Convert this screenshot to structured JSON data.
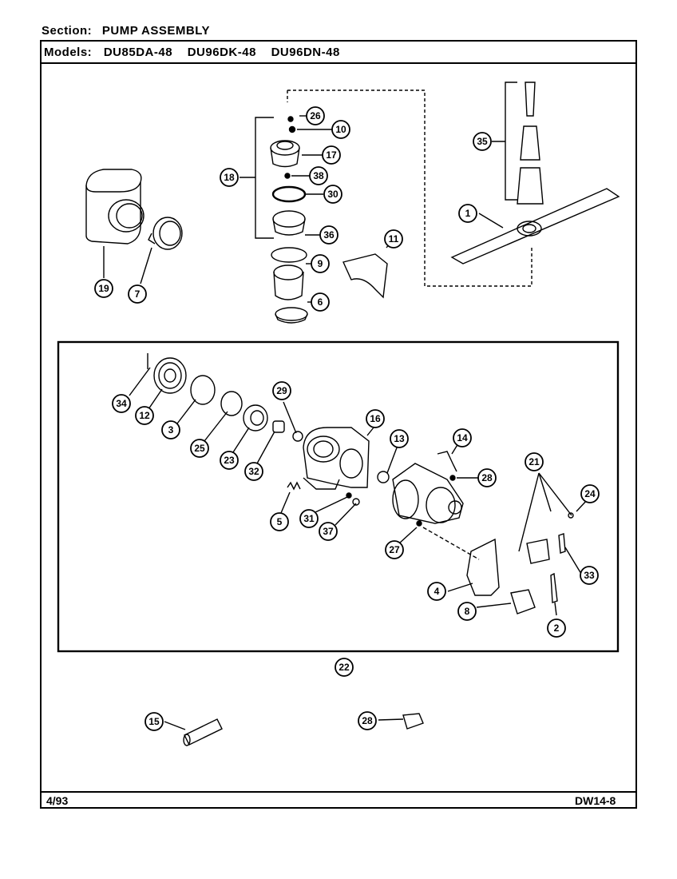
{
  "header": {
    "section_label": "Section:",
    "section_value": "PUMP ASSEMBLY",
    "models_label": "Models:",
    "models": [
      "DU85DA-48",
      "DU96DK-48",
      "DU96DN-48"
    ]
  },
  "footer": {
    "date": "4/93",
    "page_code": "DW14-8"
  },
  "callouts": [
    {
      "id": "c-26a",
      "label": "26"
    },
    {
      "id": "c-10a",
      "label": "10"
    },
    {
      "id": "c-17",
      "label": "17"
    },
    {
      "id": "c-18a",
      "label": "18"
    },
    {
      "id": "c-38a",
      "label": "38"
    },
    {
      "id": "c-30",
      "label": "30"
    },
    {
      "id": "c-36",
      "label": "36"
    },
    {
      "id": "c-35",
      "label": "35"
    },
    {
      "id": "c-1",
      "label": "1"
    },
    {
      "id": "c-11",
      "label": "11"
    },
    {
      "id": "c-9",
      "label": "9"
    },
    {
      "id": "c-6",
      "label": "6"
    },
    {
      "id": "c-19",
      "label": "19"
    },
    {
      "id": "c-7",
      "label": "7"
    },
    {
      "id": "c-34",
      "label": "34"
    },
    {
      "id": "c-12",
      "label": "12"
    },
    {
      "id": "c-3",
      "label": "3"
    },
    {
      "id": "c-25",
      "label": "25"
    },
    {
      "id": "c-23",
      "label": "23"
    },
    {
      "id": "c-32",
      "label": "32"
    },
    {
      "id": "c-29",
      "label": "29"
    },
    {
      "id": "c-16",
      "label": "16"
    },
    {
      "id": "c-13",
      "label": "13"
    },
    {
      "id": "c-14",
      "label": "14"
    },
    {
      "id": "c-28a",
      "label": "28"
    },
    {
      "id": "c-21",
      "label": "21"
    },
    {
      "id": "c-24",
      "label": "24"
    },
    {
      "id": "c-33",
      "label": "33"
    },
    {
      "id": "c-5",
      "label": "5"
    },
    {
      "id": "c-31",
      "label": "31"
    },
    {
      "id": "c-37",
      "label": "37"
    },
    {
      "id": "c-27",
      "label": "27"
    },
    {
      "id": "c-4",
      "label": "4"
    },
    {
      "id": "c-8",
      "label": "8"
    },
    {
      "id": "c-2",
      "label": "2"
    },
    {
      "id": "c-22",
      "label": "22"
    },
    {
      "id": "c-15",
      "label": "15"
    },
    {
      "id": "c-28b",
      "label": "28"
    }
  ]
}
